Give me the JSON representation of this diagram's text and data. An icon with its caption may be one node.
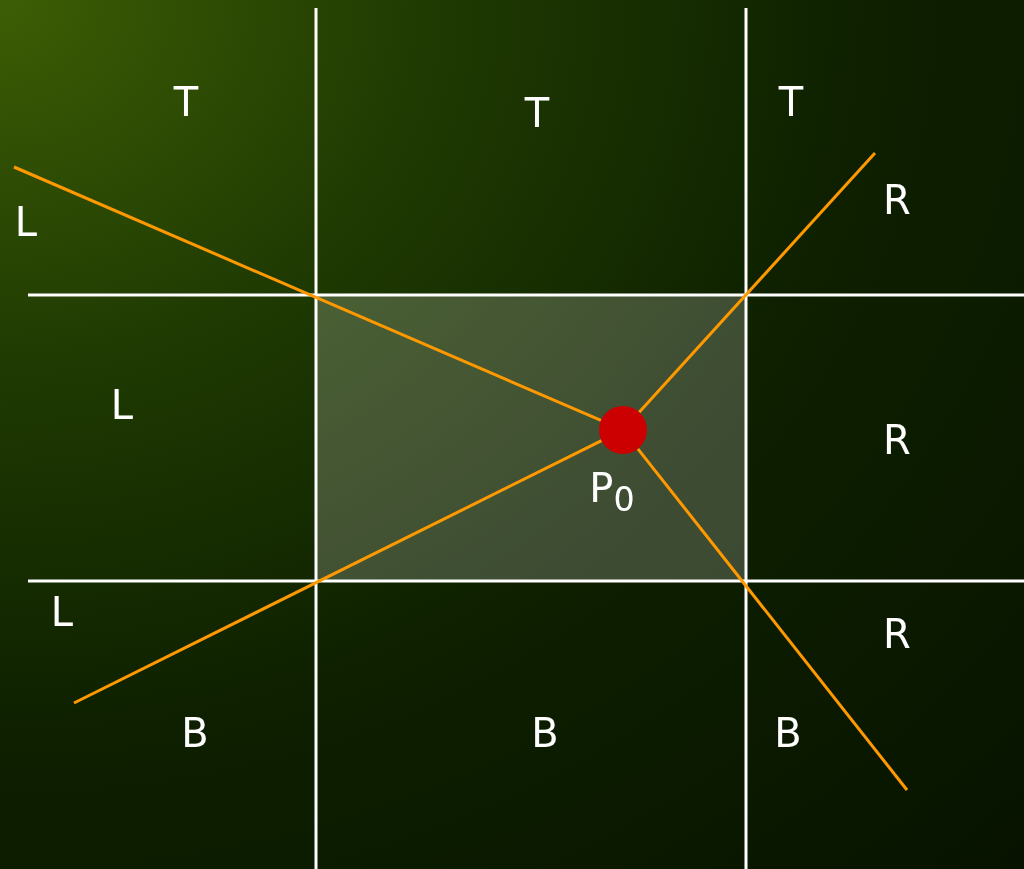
{
  "diagram": {
    "nodes": [
      {
        "text": [],
        "shape": "circle",
        "beside": [
          "P$_{0}$"
        ]
      }
    ],
    "labels": [
      "T",
      "T",
      "T",
      "L",
      "R",
      "L",
      "R",
      "L",
      "R",
      "B",
      "B",
      "B"
    ]
  }
}
